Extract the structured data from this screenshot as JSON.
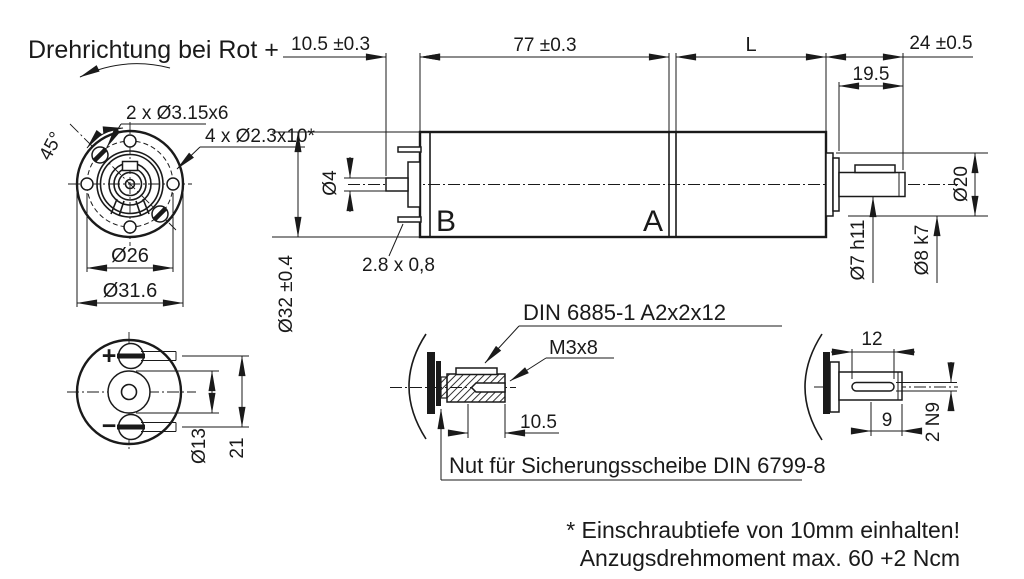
{
  "drawing": {
    "title": "Drehrichtung bei Rot +",
    "front_view": {
      "screw_label": "2 x Ø3.15x6",
      "hole_label": "4 x Ø2.3x10*",
      "angle": "45°",
      "bolt_circle_dia": "Ø26",
      "outer_dia": "Ø31.6"
    },
    "side_view": {
      "rear_shaft_length": "10.5 ±0.3",
      "motor_length": "77 ±0.3",
      "gearbox_length": "L",
      "front_length": "24 ±0.5",
      "shaft_length": "19.5",
      "rear_shaft_dia": "Ø4",
      "body_dia": "Ø32 ±0.4",
      "terminal_size": "2.8 x 0,8",
      "label_b": "B",
      "label_a": "A",
      "shaft_dia": "Ø7 h11",
      "shaft_fit": "Ø8 k7",
      "flange_dia": "Ø20"
    },
    "terminal_view": {
      "plus": "+",
      "minus": "−",
      "hub_dia": "Ø13",
      "terminal_pitch": "21"
    },
    "key_detail": {
      "key_standard": "DIN 6885-1 A2x2x12",
      "thread": "M3x8",
      "thread_depth_dim": "10.5",
      "groove_note": "Nut für Sicherungsscheibe DIN 6799-8"
    },
    "keyway_detail": {
      "key_length": "12",
      "keyway_length": "9",
      "keyway_width": "2 N9"
    },
    "notes": {
      "line1": "* Einschraubtiefe von 10mm einhalten!",
      "line2": "Anzugsdrehmoment max. 60 +2 Ncm"
    },
    "colors": {
      "ink": "#1a1a1a",
      "background": "#ffffff"
    }
  }
}
